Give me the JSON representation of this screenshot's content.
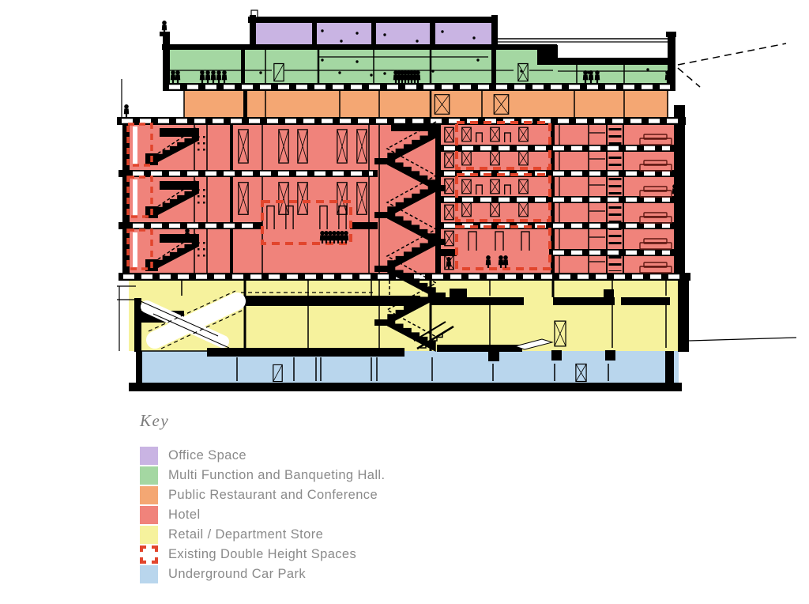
{
  "colors": {
    "office": "#c9b4e3",
    "multifunction": "#a4d7a2",
    "restaurant": "#f4a773",
    "hotel": "#f0837b",
    "retail": "#f6f29d",
    "double_height": "#e2452c",
    "carpark": "#b9d6ed",
    "ink": "#000000",
    "label_text": "#8a8a8a",
    "key_text": "#7d7d7d"
  },
  "key": {
    "title": "Key"
  },
  "legend": {
    "items": [
      {
        "label": "Office Space",
        "swatch": "office"
      },
      {
        "label": "Multi Function and Banqueting Hall.",
        "swatch": "multifunction"
      },
      {
        "label": "Public Restaurant and Conference",
        "swatch": "restaurant"
      },
      {
        "label": "Hotel",
        "swatch": "hotel"
      },
      {
        "label": "Retail / Department Store",
        "swatch": "retail"
      },
      {
        "label": "Existing Double Height Spaces",
        "swatch": "double_height"
      },
      {
        "label": "Underground Car Park",
        "swatch": "carpark"
      }
    ]
  },
  "diagram": {
    "name": "building-cross-section"
  }
}
